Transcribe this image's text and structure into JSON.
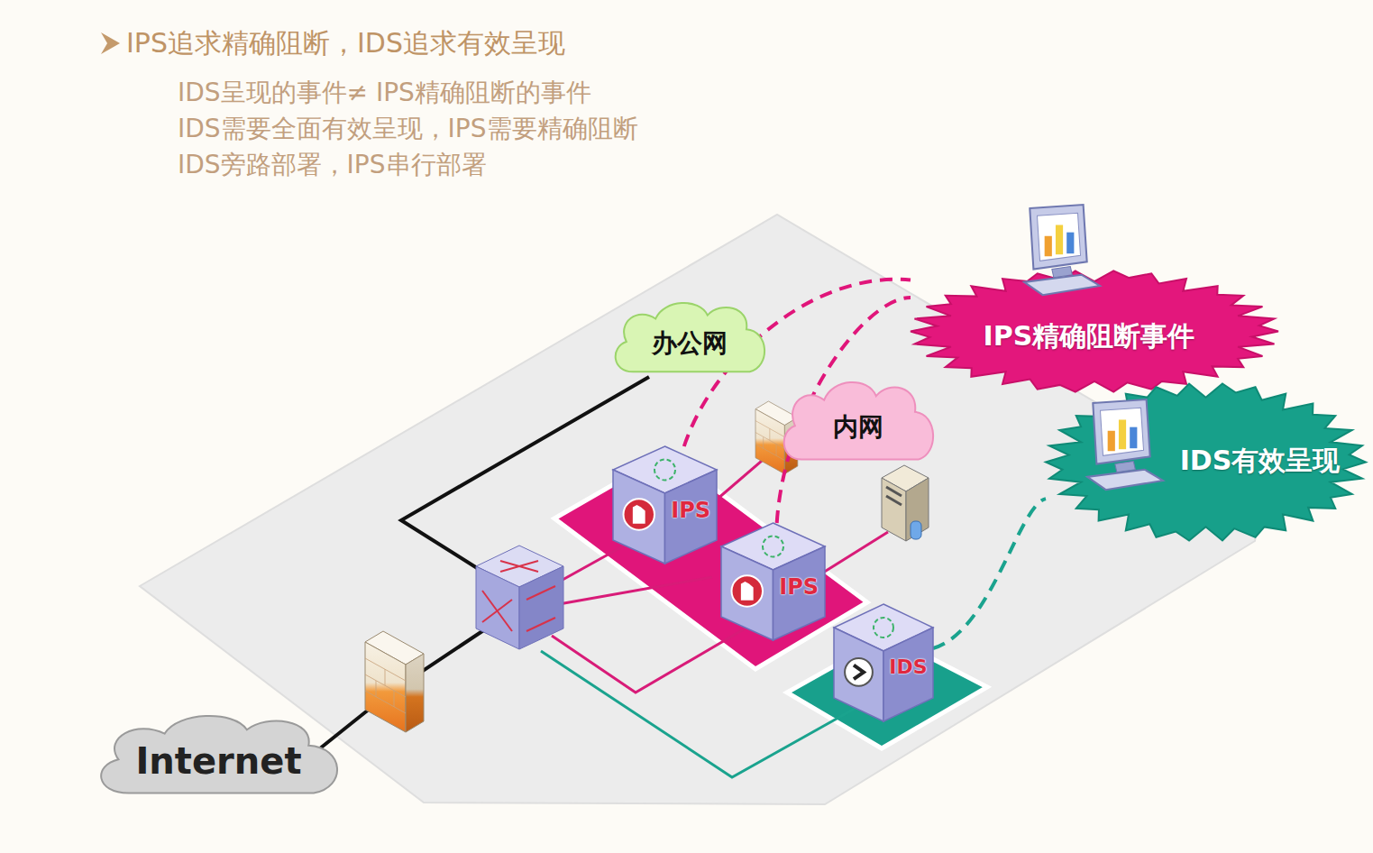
{
  "diagram": {
    "title": "IPS追求精确阻断，IDS追求有效呈现",
    "nodes": [
      {
        "text": [
          "办公网"
        ]
      },
      {
        "text": [
          "IPS精确阻断事件"
        ]
      },
      {
        "text": [
          "内网"
        ]
      },
      {
        "text": [
          "IDS有效呈现"
        ]
      },
      {
        "text": [
          "IPS"
        ]
      },
      {
        "text": [
          "IPS"
        ]
      },
      {
        "text": [
          "IDS"
        ]
      },
      {
        "text": [
          "Internet"
        ]
      }
    ],
    "edges": [
      {
        "from": 4,
        "to": 1,
        "arrow": "none"
      },
      {
        "from": 5,
        "to": 1,
        "arrow": "none"
      },
      {
        "from": 6,
        "to": 3,
        "arrow": "none"
      }
    ],
    "labels": [
      "IDS呈现的事件≠ IPS精确阻断的事件",
      "IDS需要全面有效呈现，IPS需要精确阻断",
      "IDS旁路部署，IPS串行部署"
    ]
  }
}
